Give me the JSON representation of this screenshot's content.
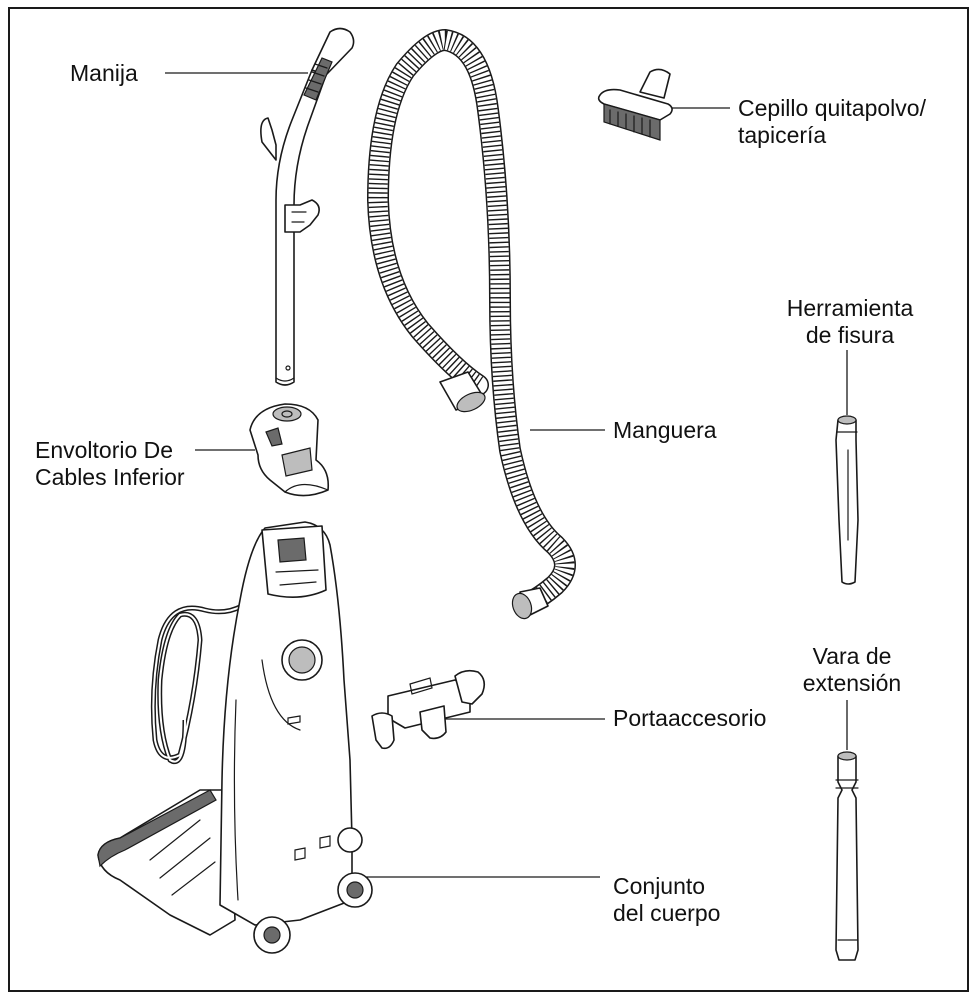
{
  "labels": {
    "manija": "Manija",
    "cepillo": "Cepillo quitapolvo/\ntapicería",
    "herramienta": "Herramienta\nde fisura",
    "envoltorio": "Envoltorio De\nCables Inferior",
    "manguera": "Manguera",
    "vara": "Vara de\nextensión",
    "portaaccesorio": "Portaaccesorio",
    "conjunto": "Conjunto\ndel cuerpo"
  }
}
